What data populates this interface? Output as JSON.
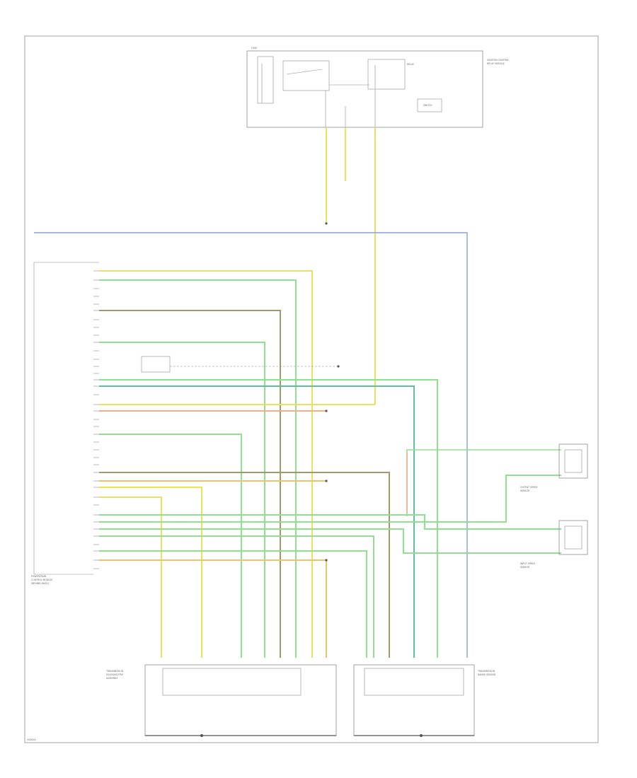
{
  "diagram": {
    "colors": {
      "yellow": "#e9e25a",
      "lightgreen": "#8fe08f",
      "green": "#6fca75",
      "olive": "#a29a68",
      "tan": "#cdb88f",
      "blue": "#8aa0dc",
      "teal": "#5fbf9a",
      "salmon": "#f0b090",
      "orange": "#f0c36a",
      "frame": "#8c8c8c"
    },
    "components": [
      {
        "name": "top-relay-module"
      },
      {
        "name": "powertrain-control-module"
      },
      {
        "name": "left-connector-block"
      },
      {
        "name": "right-connector-block"
      },
      {
        "name": "sensor-a"
      },
      {
        "name": "sensor-b"
      }
    ]
  }
}
